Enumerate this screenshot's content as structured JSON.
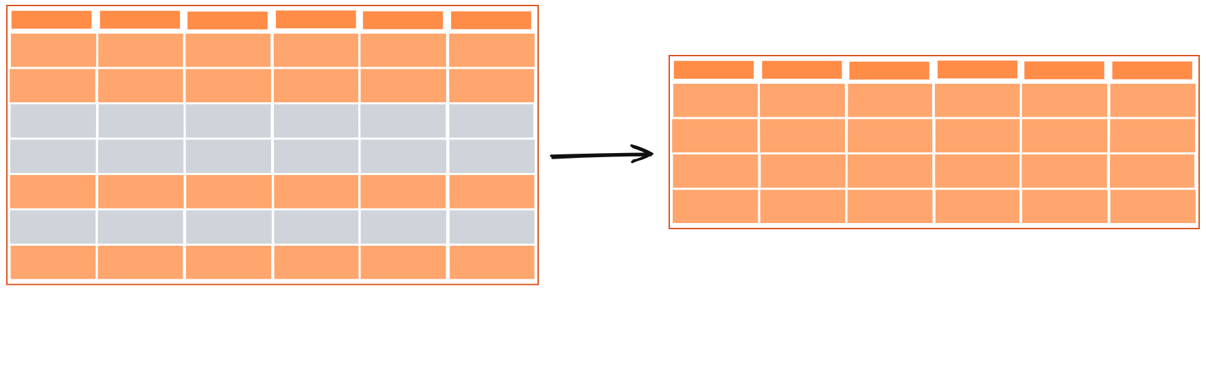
{
  "diagram": {
    "description_hidden": "",
    "colors": {
      "frame_stroke": "#d9541e",
      "header_fill": "#ff8c47",
      "body_fill": "#ffa66e",
      "filtered_fill": "#cfd4db",
      "cell_border": "#ffffff",
      "arrow": "#111111"
    },
    "source_table": {
      "columns": 6,
      "header_rows": 1,
      "rows": [
        "kept",
        "kept",
        "removed",
        "removed",
        "kept",
        "removed",
        "kept"
      ]
    },
    "result_table": {
      "columns": 6,
      "header_rows": 1,
      "rows": [
        "kept",
        "kept",
        "kept",
        "kept"
      ]
    },
    "arrow": {
      "direction": "right",
      "icon": "arrow-right-icon"
    }
  }
}
